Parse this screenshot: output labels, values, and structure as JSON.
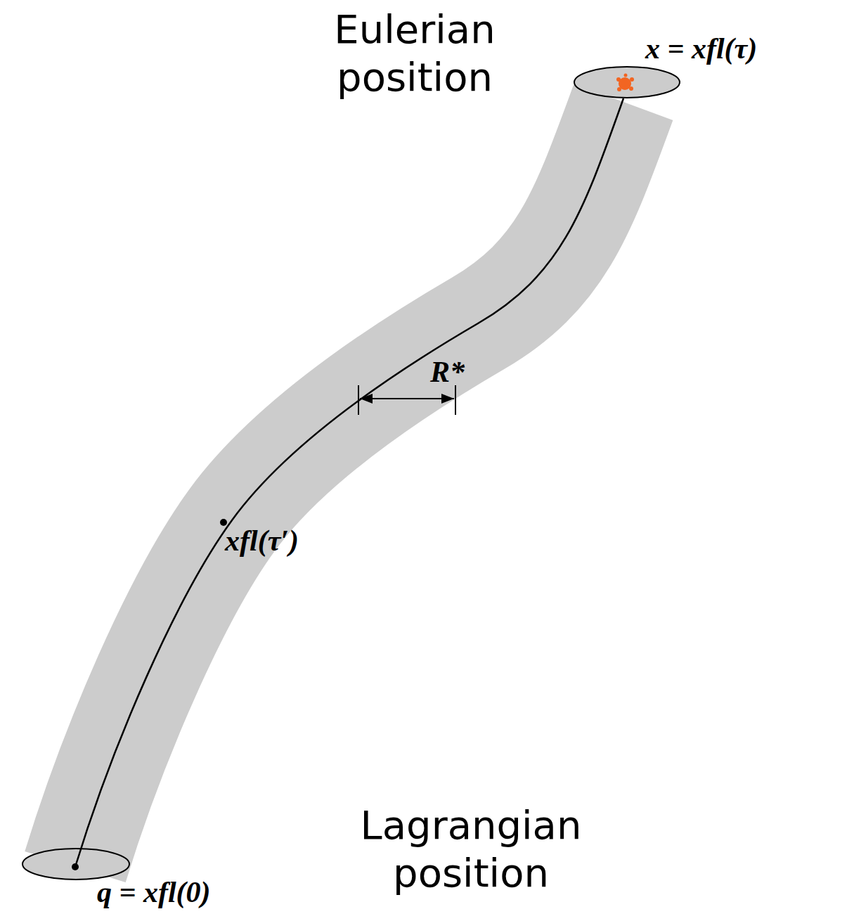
{
  "diagram": {
    "labels": [
      "Eulerian position",
      "x = xfl(τ)",
      "R*",
      "xfl(τ′)",
      "q = xfl(0)",
      "Lagrangian position"
    ]
  }
}
